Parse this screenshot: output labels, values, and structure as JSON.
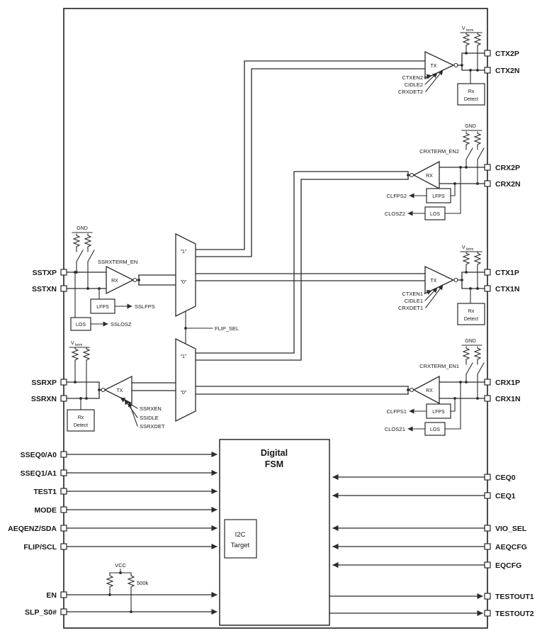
{
  "pins": {
    "left": [
      "SSTXP",
      "SSTXN",
      "SSRXP",
      "SSRXN",
      "SSEQ0/A0",
      "SSEQ1/A1",
      "TEST1",
      "MODE",
      "AEQENZ/SDA",
      "FLIP/SCL",
      "EN",
      "SLP_S0#"
    ],
    "right": [
      "CTX2P",
      "CTX2N",
      "CRX2P",
      "CRX2N",
      "CTX1P",
      "CTX1N",
      "CRX1P",
      "CRX1N",
      "CEQ0",
      "CEQ1",
      "VIO_SEL",
      "AEQCFG",
      "EQCFG",
      "TESTOUT1",
      "TESTOUT2"
    ]
  },
  "common": {
    "tx": "TX",
    "rx": "RX",
    "gnd": "GND",
    "vterm_v": "V",
    "vterm_sub": "term",
    "lfps": "LFPS",
    "los": "LOS",
    "rxdet_1": "Rx",
    "rxdet_2": "Detect",
    "mux_one": "\"1\"",
    "mux_zero": "\"0\""
  },
  "signals": {
    "flip_sel": "FLIP_SEL",
    "tx2": {
      "en": "CTXEN2",
      "idle": "CIDLE2",
      "det": "CRXDET2"
    },
    "tx1": {
      "en": "CTXEN1",
      "idle": "CIDLE1",
      "det": "CRXDET1"
    },
    "ssrx": {
      "en": "SSRXEN",
      "idle": "SSIDLE",
      "det": "SSRXDET"
    },
    "crx2": {
      "term_en": "CRXTERM_EN2",
      "lfps_out": "CLFPS2",
      "los_out": "CLOSZ2"
    },
    "crx1": {
      "term_en": "CRXTERM_EN1",
      "lfps_out": "CLFPS1",
      "los_out": "CLOSZ1"
    },
    "sstx": {
      "term_en": "SSRXTERM_EN",
      "lfps_out": "SSLFPS",
      "los_out": "SSLOSZ"
    }
  },
  "fsm": {
    "title_1": "Digital",
    "title_2": "FSM",
    "i2c_1": "I2C",
    "i2c_2": "Target"
  },
  "pullup": {
    "vcc": "VCC",
    "value": "500k"
  }
}
